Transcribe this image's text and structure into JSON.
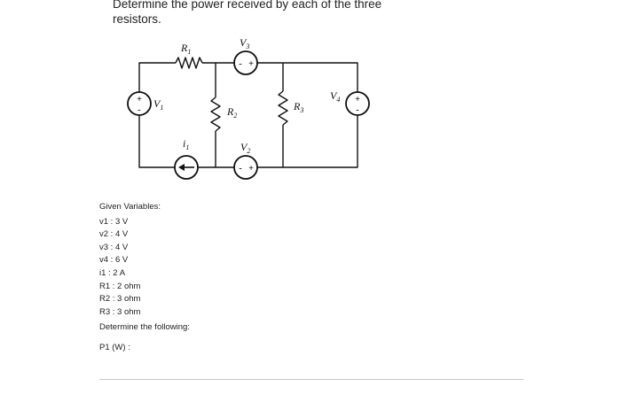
{
  "question": "Determine the power received by each of the three resistors.",
  "circuit": {
    "R1": "R",
    "R1_sub": "1",
    "R2": "R",
    "R2_sub": "2",
    "R3": "R",
    "R3_sub": "3",
    "V1": "V",
    "V1_sub": "1",
    "V2": "V",
    "V2_sub": "2",
    "V3": "V",
    "V3_sub": "3",
    "V4": "V",
    "V4_sub": "4",
    "i1": "i",
    "i1_sub": "1"
  },
  "given": {
    "heading": "Given Variables:",
    "items": [
      "v1 : 3 V",
      "v2 : 4 V",
      "v3 : 4 V",
      "v4 : 6 V",
      "i1 : 2 A",
      "R1 : 2 ohm",
      "R2 : 3 ohm",
      "R3 : 3 ohm"
    ],
    "determine": "Determine the following:"
  },
  "answer": {
    "label": "P1 (W) :"
  }
}
